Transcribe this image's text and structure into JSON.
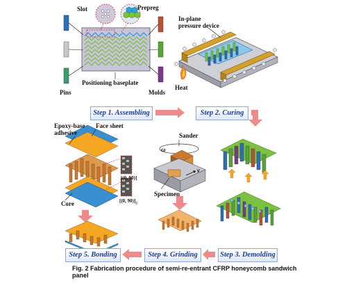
{
  "labels": {
    "slot": "Slot",
    "prepreg": "Prepreg",
    "in_plane_device": "In-plane\npressure device",
    "pins": "Pins",
    "molds": "Molds",
    "positioning_baseplate": "Positioning baseplate",
    "heat": "Heat",
    "epoxy_adhesive": "Epoxy-base\nadhesive",
    "face_sheet": "Face sheet",
    "core": "Core",
    "sander": "Sander",
    "specimen": "Specimen",
    "omega": "ω",
    "velocity": "v",
    "layup_top": "[(0, 90)]",
    "layup_bottom": "[(0, 90)]",
    "layup_bottom_sub": "2"
  },
  "steps": {
    "step1": "Step 1. Assembling",
    "step2": "Step 2. Curing",
    "step3": "Step 3. Demolding",
    "step4": "Step 4. Grinding",
    "step5": "Step 5. Bonding"
  },
  "caption": "Fig. 2   Fabrication procedure of semi-re-entrant CFRP honeycomb sandwich panel",
  "colors": {
    "arrow": "#f08a8a",
    "step_text": "#1f3f8f",
    "prepreg_green": "#7cc242",
    "prepreg_cyan": "#29a3d9",
    "core_orange": "#c87b2e",
    "face_orange": "#f5a623",
    "face_blue": "#3a8fd1",
    "mold_red": "#b5523b",
    "mold_green": "#5aa339",
    "mold_blue": "#2d6fb5",
    "device_gold": "#d4a02a"
  }
}
